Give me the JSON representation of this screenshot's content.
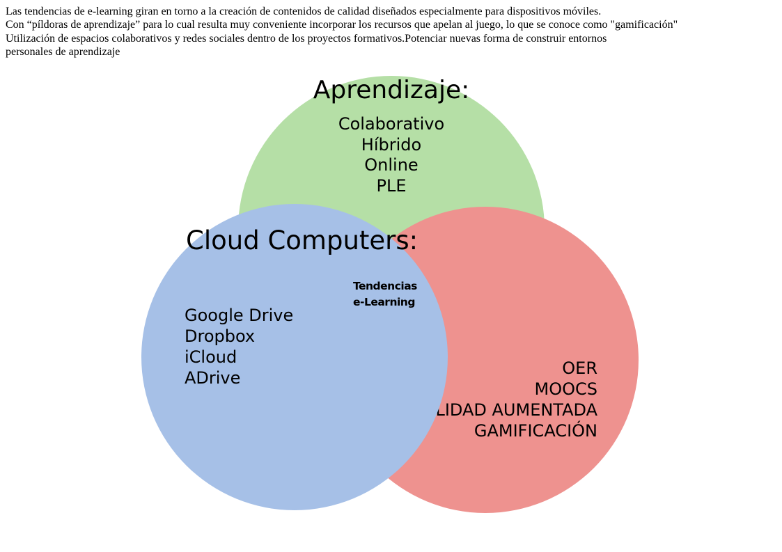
{
  "intro": {
    "lines": [
      "Las tendencias de e-learning giran en torno a la creación de contenidos de calidad diseñados especialmente para dispositivos móviles.",
      "Con “píldoras de aprendizaje” para lo cual resulta muy conveniente incorporar los recursos que apelan al juego, lo que se conoce como \"gamificación\"",
      "Utilización de espacios colaborativos y redes sociales dentro de los proyectos formativos.Potenciar nuevas forma de construir entornos",
      "personales de aprendizaje"
    ]
  },
  "diagram": {
    "center_label": {
      "line1": "Tendencias",
      "line2": "e-Learning"
    },
    "circles": {
      "aprendizaje": {
        "title": "Aprendizaje:",
        "color": "#b5dfa6",
        "items": [
          "Colaborativo",
          "Híbrido",
          "Online",
          "PLE"
        ]
      },
      "cloud": {
        "title": "Cloud Computers:",
        "color": "#a6c0e7",
        "items": [
          "Google Drive",
          "Dropbox",
          "iCloud",
          "ADrive"
        ]
      },
      "trends": {
        "title": "",
        "color": "#ee928f",
        "items": [
          "OER",
          "MOOCS",
          "REALIDAD AUMENTADA",
          "GAMIFICACIÓN"
        ]
      }
    },
    "background_color": "#ffffff",
    "text_color": "#000000"
  }
}
